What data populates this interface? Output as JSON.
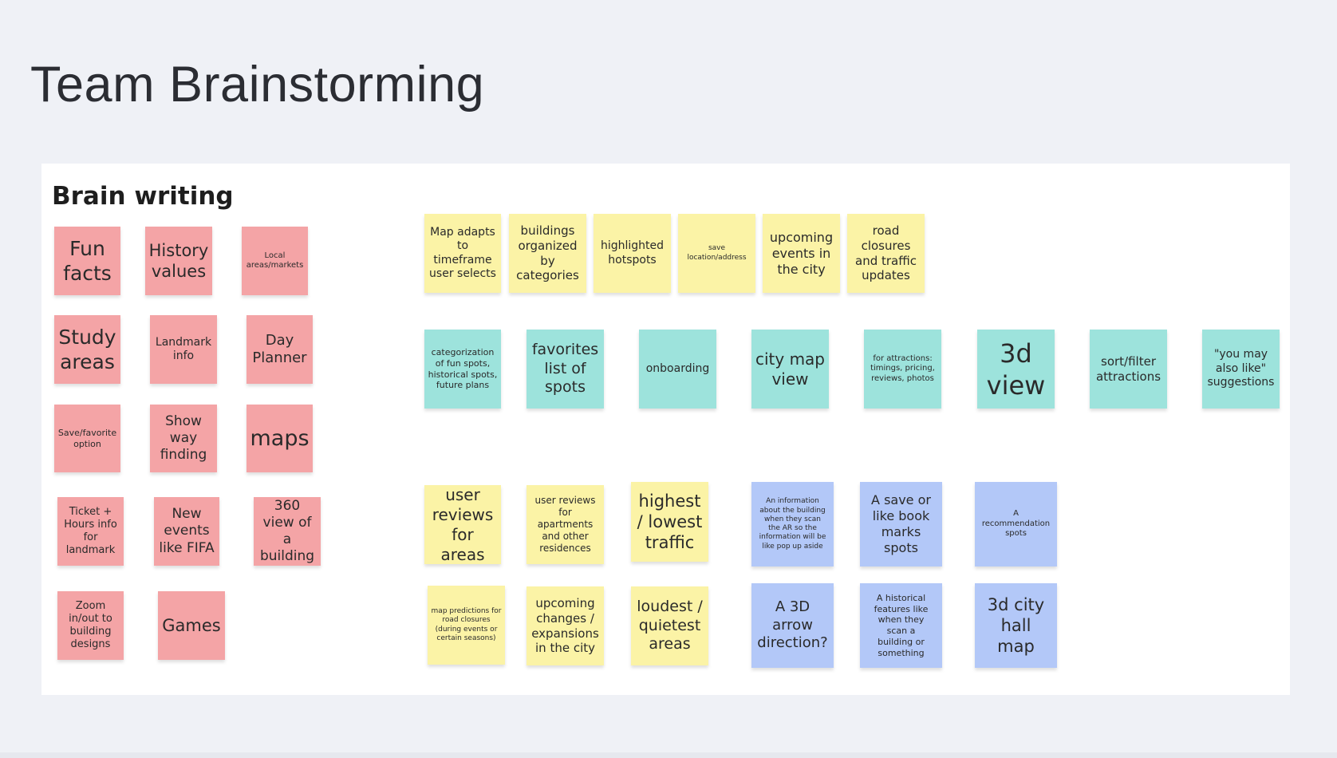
{
  "page": {
    "title": "Team Brainstorming"
  },
  "board": {
    "title": "Brain writing",
    "colors": {
      "pink": "#f4a4a6",
      "yellow": "#fbf3a6",
      "teal": "#9de3dc",
      "blue": "#b3c8f8"
    },
    "pink_notes": [
      "Fun facts",
      "History values",
      "Local areas/markets",
      "Study areas",
      "Landmark info",
      "Day Planner",
      "Save/favorite option",
      "Show way finding",
      "maps",
      "Ticket + Hours info for landmark",
      "New events like FIFA",
      "360 view of a building",
      "Zoom in/out to building designs",
      "Games"
    ],
    "yellow_top_notes": [
      "Map adapts to timeframe user selects",
      "buildings organized by categories",
      "highlighted hotspots",
      "save location/address",
      "upcoming events in the city",
      "road closures and traffic updates"
    ],
    "teal_notes": [
      "categorization of fun spots, historical spots, future plans",
      "favorites list of spots",
      "onboarding",
      "city map view",
      "for attractions: timings, pricing, reviews, photos",
      "3d view",
      "sort/filter attractions",
      "\"you may also like\" suggestions"
    ],
    "yellow_bottom_notes": [
      "user reviews for areas",
      "user reviews for apartments and other residences",
      "highest / lowest traffic",
      "map predictions for road closures (during events or certain seasons)",
      "upcoming changes / expansions in the city",
      "loudest / quietest areas"
    ],
    "blue_notes": [
      "An information about the building when they scan the AR so the information will be like pop up aside",
      "A save or like book marks spots",
      "A recommendation spots",
      "A 3D arrow direction?",
      "A historical features like when they scan a building or something",
      "3d city hall map"
    ]
  }
}
